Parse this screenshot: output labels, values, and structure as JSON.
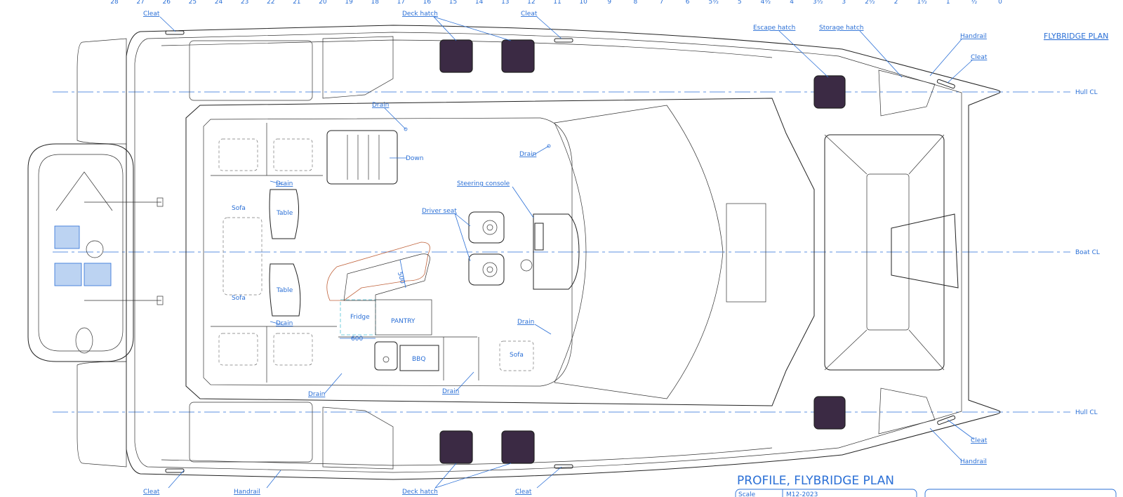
{
  "title": "FLYBRIDGE PLAN",
  "drawing_title": "PROFILE, FLYBRIDGE PLAN",
  "frame_numbers": [
    "28",
    "27",
    "26",
    "25",
    "24",
    "23",
    "22",
    "21",
    "20",
    "19",
    "18",
    "17",
    "16",
    "15",
    "14",
    "13",
    "12",
    "11",
    "10",
    "9",
    "8",
    "7",
    "6",
    "5½",
    "5",
    "4½",
    "4",
    "3½",
    "3",
    "2½",
    "2",
    "1½",
    "1",
    "½",
    "0"
  ],
  "centerlines": {
    "hull_top": "Hull CL",
    "boat": "Boat CL",
    "hull_bottom": "Hull CL"
  },
  "labels": {
    "cleat": "Cleat",
    "deck_hatch": "Deck hatch",
    "escape_hatch": "Escape hatch",
    "storage_hatch": "Storage hatch",
    "handrail": "Handrail",
    "drain": "Drain",
    "down": "Down",
    "steering_console": "Steering console",
    "driver_seat": "Driver seat",
    "sofa": "Sofa",
    "table": "Table",
    "fridge": "Fridge",
    "pantry": "PANTRY",
    "bbq": "BBQ",
    "dim_600": "600",
    "dim_500": "500"
  },
  "title_block": {
    "left_text": "Scale",
    "right_text": "M12-2023"
  },
  "colors": {
    "annotation": "#2a6fd6",
    "hatch": "#3b2a44",
    "line": "#222222"
  }
}
